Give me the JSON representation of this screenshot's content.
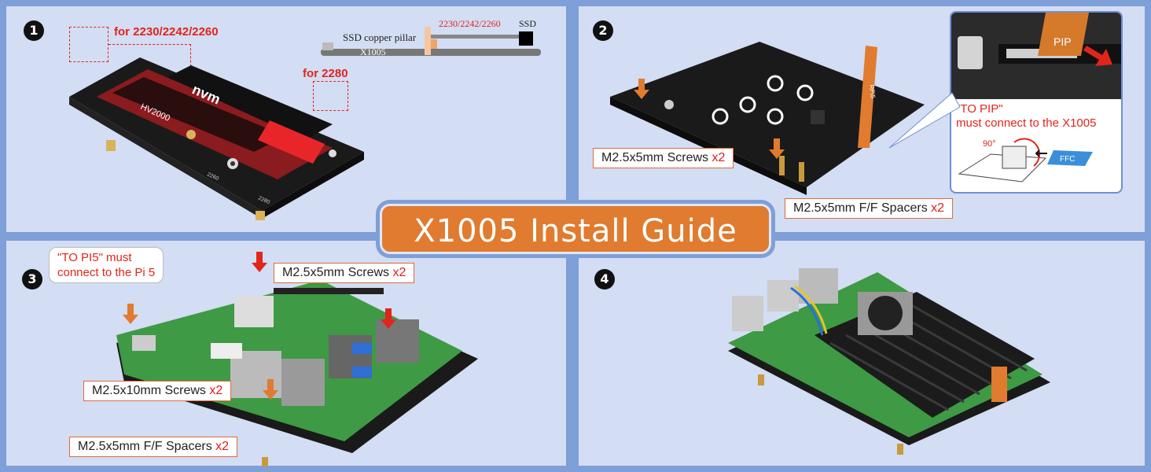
{
  "title": "X1005 Install Guide",
  "steps": [
    "1",
    "2",
    "3",
    "4"
  ],
  "panel1": {
    "standoff_label": "for 2230/2242/2260",
    "long_label": "for 2280",
    "diagram": {
      "pillar": "SSD copper pillar",
      "sizes": "2230/2242/2260",
      "ssd": "SSD",
      "board": "X1005"
    },
    "ssd_brand": "nvm",
    "ssd_model": "HV2000",
    "board_marks": [
      "2260",
      "2280"
    ]
  },
  "panel2": {
    "screws": "M2.5x5mm Screws",
    "screws_qty": "x2",
    "spacers": "M2.5x5mm F/F Spacers",
    "spacers_qty": "x2",
    "callout_line1": "\"TO PIP\"",
    "callout_line2": "must connect to the X1005",
    "angle": "90°",
    "ffc": "FFC",
    "pip": "PIP",
    "rpi5": "RPi5"
  },
  "panel3": {
    "note_line1": "\"TO PI5\"  must",
    "note_line2": "connect to the Pi 5",
    "screws5": "M2.5x5mm Screws",
    "screws5_qty": "x2",
    "screws10": "M2.5x10mm Screws",
    "screws10_qty": "x2",
    "spacers": "M2.5x5mm F/F Spacers",
    "spacers_qty": "x2"
  },
  "colors": {
    "accent": "#e07b2f",
    "panel": "#d3ddf3",
    "frame": "#7e9fd7",
    "red": "#e3241b",
    "pcb": "#1a1a1a",
    "pi_green": "#3e9a44"
  }
}
